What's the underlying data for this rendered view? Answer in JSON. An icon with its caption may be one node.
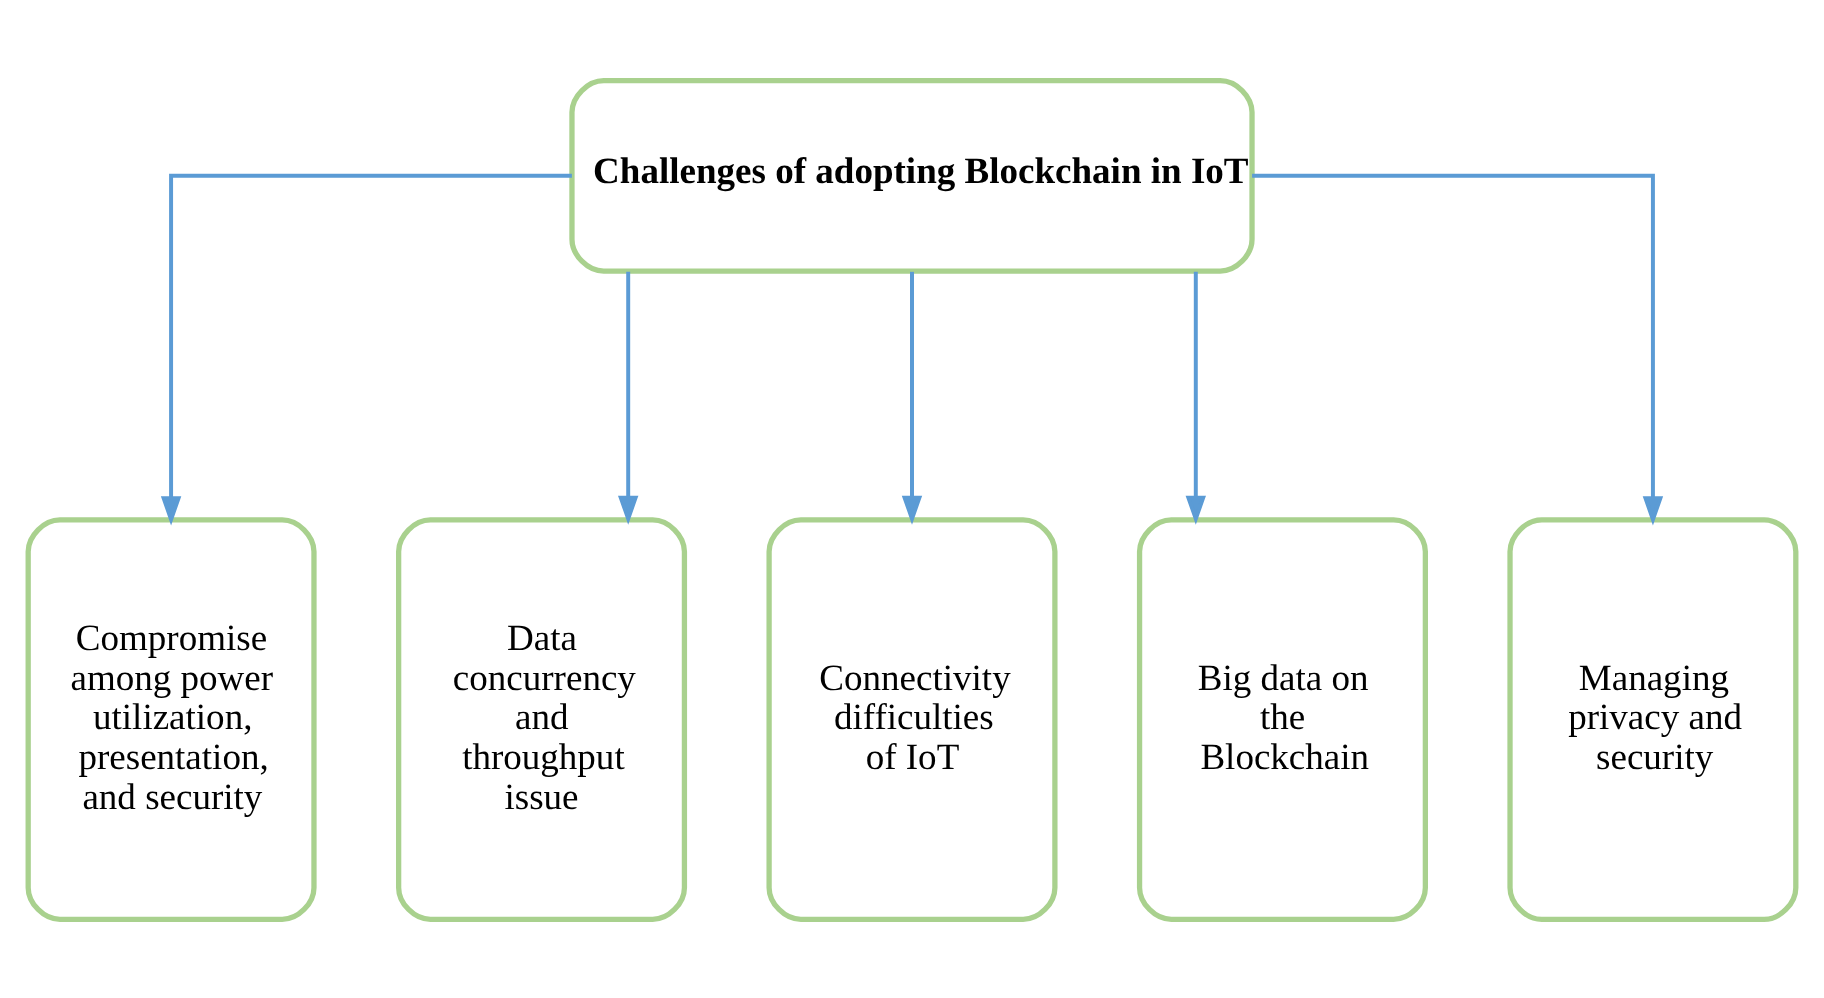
{
  "diagram": {
    "nodes": [
      {
        "text": [
          "Challenges of adopting Blockchain in IoT"
        ]
      },
      {
        "text": [
          "Compromise among power utilization, presentation, and security"
        ]
      },
      {
        "text": [
          "Data concurrency and throughput issue"
        ]
      },
      {
        "text": [
          "Connectivity difficulties of IoT"
        ]
      },
      {
        "text": [
          "Big data on the Blockchain"
        ]
      },
      {
        "text": [
          "Managing privacy and security"
        ]
      }
    ],
    "edges": [
      {
        "from": 0,
        "to": 1,
        "arrow": "to"
      },
      {
        "from": 0,
        "to": 2,
        "arrow": "to"
      },
      {
        "from": 0,
        "to": 3,
        "arrow": "to"
      },
      {
        "from": 0,
        "to": 4,
        "arrow": "to"
      },
      {
        "from": 0,
        "to": 5,
        "arrow": "to"
      }
    ]
  }
}
